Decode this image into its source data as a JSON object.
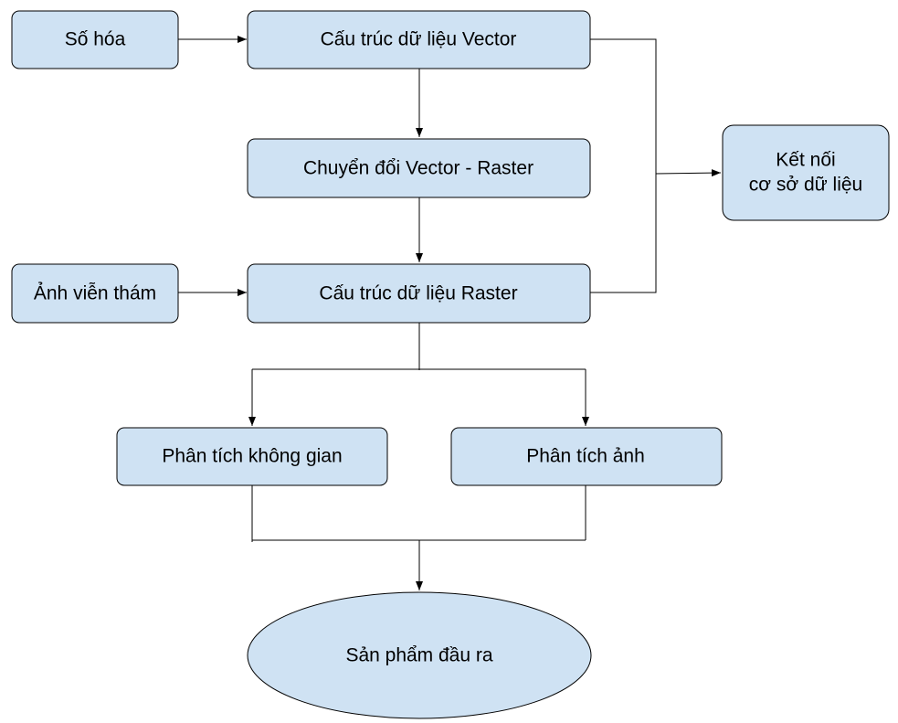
{
  "diagram": {
    "nodes": {
      "digitize": "Số hóa",
      "vector": "Cấu trúc dữ liệu Vector",
      "convert": "Chuyển đổi Vector - Raster",
      "remote_sensing": "Ảnh viễn thám",
      "raster": "Cấu trúc dữ liệu Raster",
      "db_line1": "Kết nối",
      "db_line2": "cơ sở dữ liệu",
      "spatial": "Phân tích không gian",
      "image": "Phân tích ảnh",
      "output": "Sản phẩm đầu ra"
    },
    "colors": {
      "node_fill": "#cfe2f3",
      "stroke": "#000000"
    }
  }
}
